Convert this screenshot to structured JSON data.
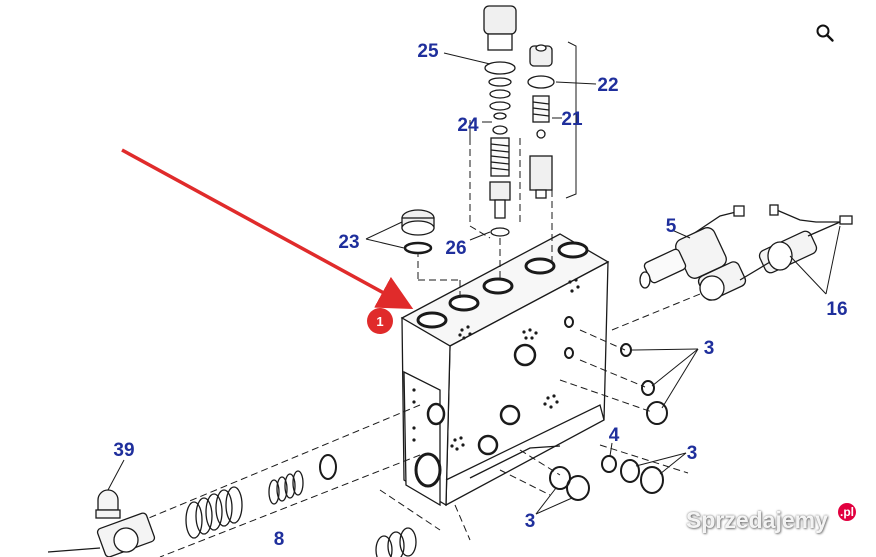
{
  "colors": {
    "callout": "#1f2f9c",
    "arrow": "#e02b2b",
    "badge": "#e02b2b",
    "line": "#1a1a1a",
    "watermark_dot": "#e2003f"
  },
  "toolbar": {
    "zoom_icon": "magnifier-icon"
  },
  "callouts": {
    "c25": "25",
    "c22": "22",
    "c24": "24",
    "c21": "21",
    "c23": "23",
    "c26": "26",
    "c5": "5",
    "c16": "16",
    "c3a": "3",
    "c4": "4",
    "c3b": "3",
    "c3c": "3",
    "c39": "39",
    "c8": "8"
  },
  "highlight": {
    "badge_label": "1"
  },
  "watermark": {
    "text": "Sprzedajemy",
    "dot_text": ".pl"
  }
}
